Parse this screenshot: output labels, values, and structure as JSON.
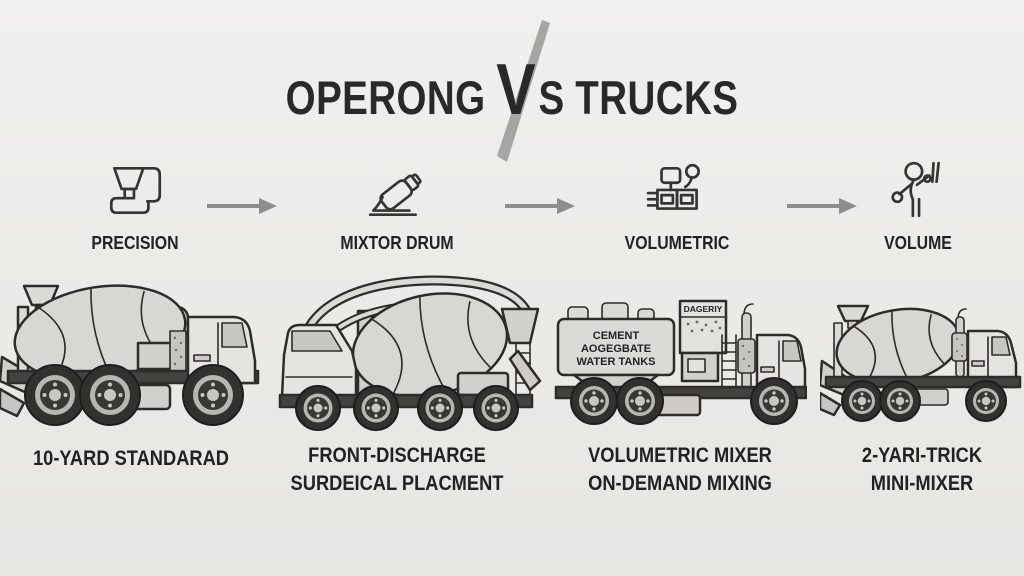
{
  "title": {
    "left": "OPERONG",
    "v": "V",
    "s": "S",
    "right": "TRUCKS"
  },
  "flow": {
    "steps": [
      {
        "icon": "hopper-dispenser-icon",
        "label": "PRECISION"
      },
      {
        "icon": "mixer-drum-icon",
        "label": "MIXTOR DRUM"
      },
      {
        "icon": "volumetric-unit-icon",
        "label": "VOLUMETRIC"
      },
      {
        "icon": "worker-figure-icon",
        "label": "VOLUME"
      }
    ]
  },
  "trucks": [
    {
      "name": "standard-rear-discharge-mixer",
      "caption": [
        "10-YARD STANDARAD"
      ]
    },
    {
      "name": "front-discharge-mixer",
      "caption": [
        "FRONT-DISCHARGE",
        "SURDEICAL PLACMENT"
      ]
    },
    {
      "name": "volumetric-mixer",
      "caption": [
        "VOLUMETRIC MIXER",
        "ON-DEMAND MIXING"
      ],
      "markings": {
        "tank": [
          "CEMENT",
          "AOGEGBATE",
          "WATER TANKS"
        ],
        "bin": "DAGERIY"
      }
    },
    {
      "name": "mini-mixer",
      "caption": [
        "2-YARI-TRICK",
        "MINI-MIXER"
      ]
    }
  ],
  "colors": {
    "background": "#ebeae7",
    "ink": "#232220",
    "arrow": "#8f8d8a",
    "slash": "#a7a5a2",
    "truck_light": "#d9d7d3",
    "truck_dark": "#44423f"
  }
}
